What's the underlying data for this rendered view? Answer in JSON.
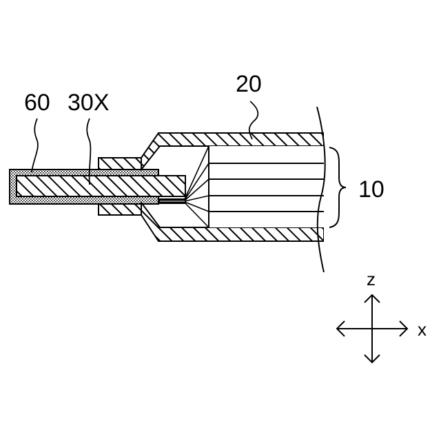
{
  "labels": {
    "tab_coating": "60",
    "tab_lead": "30X",
    "case": "20",
    "electrode_stack": "10"
  },
  "axes": {
    "z": "z",
    "x": "x"
  }
}
